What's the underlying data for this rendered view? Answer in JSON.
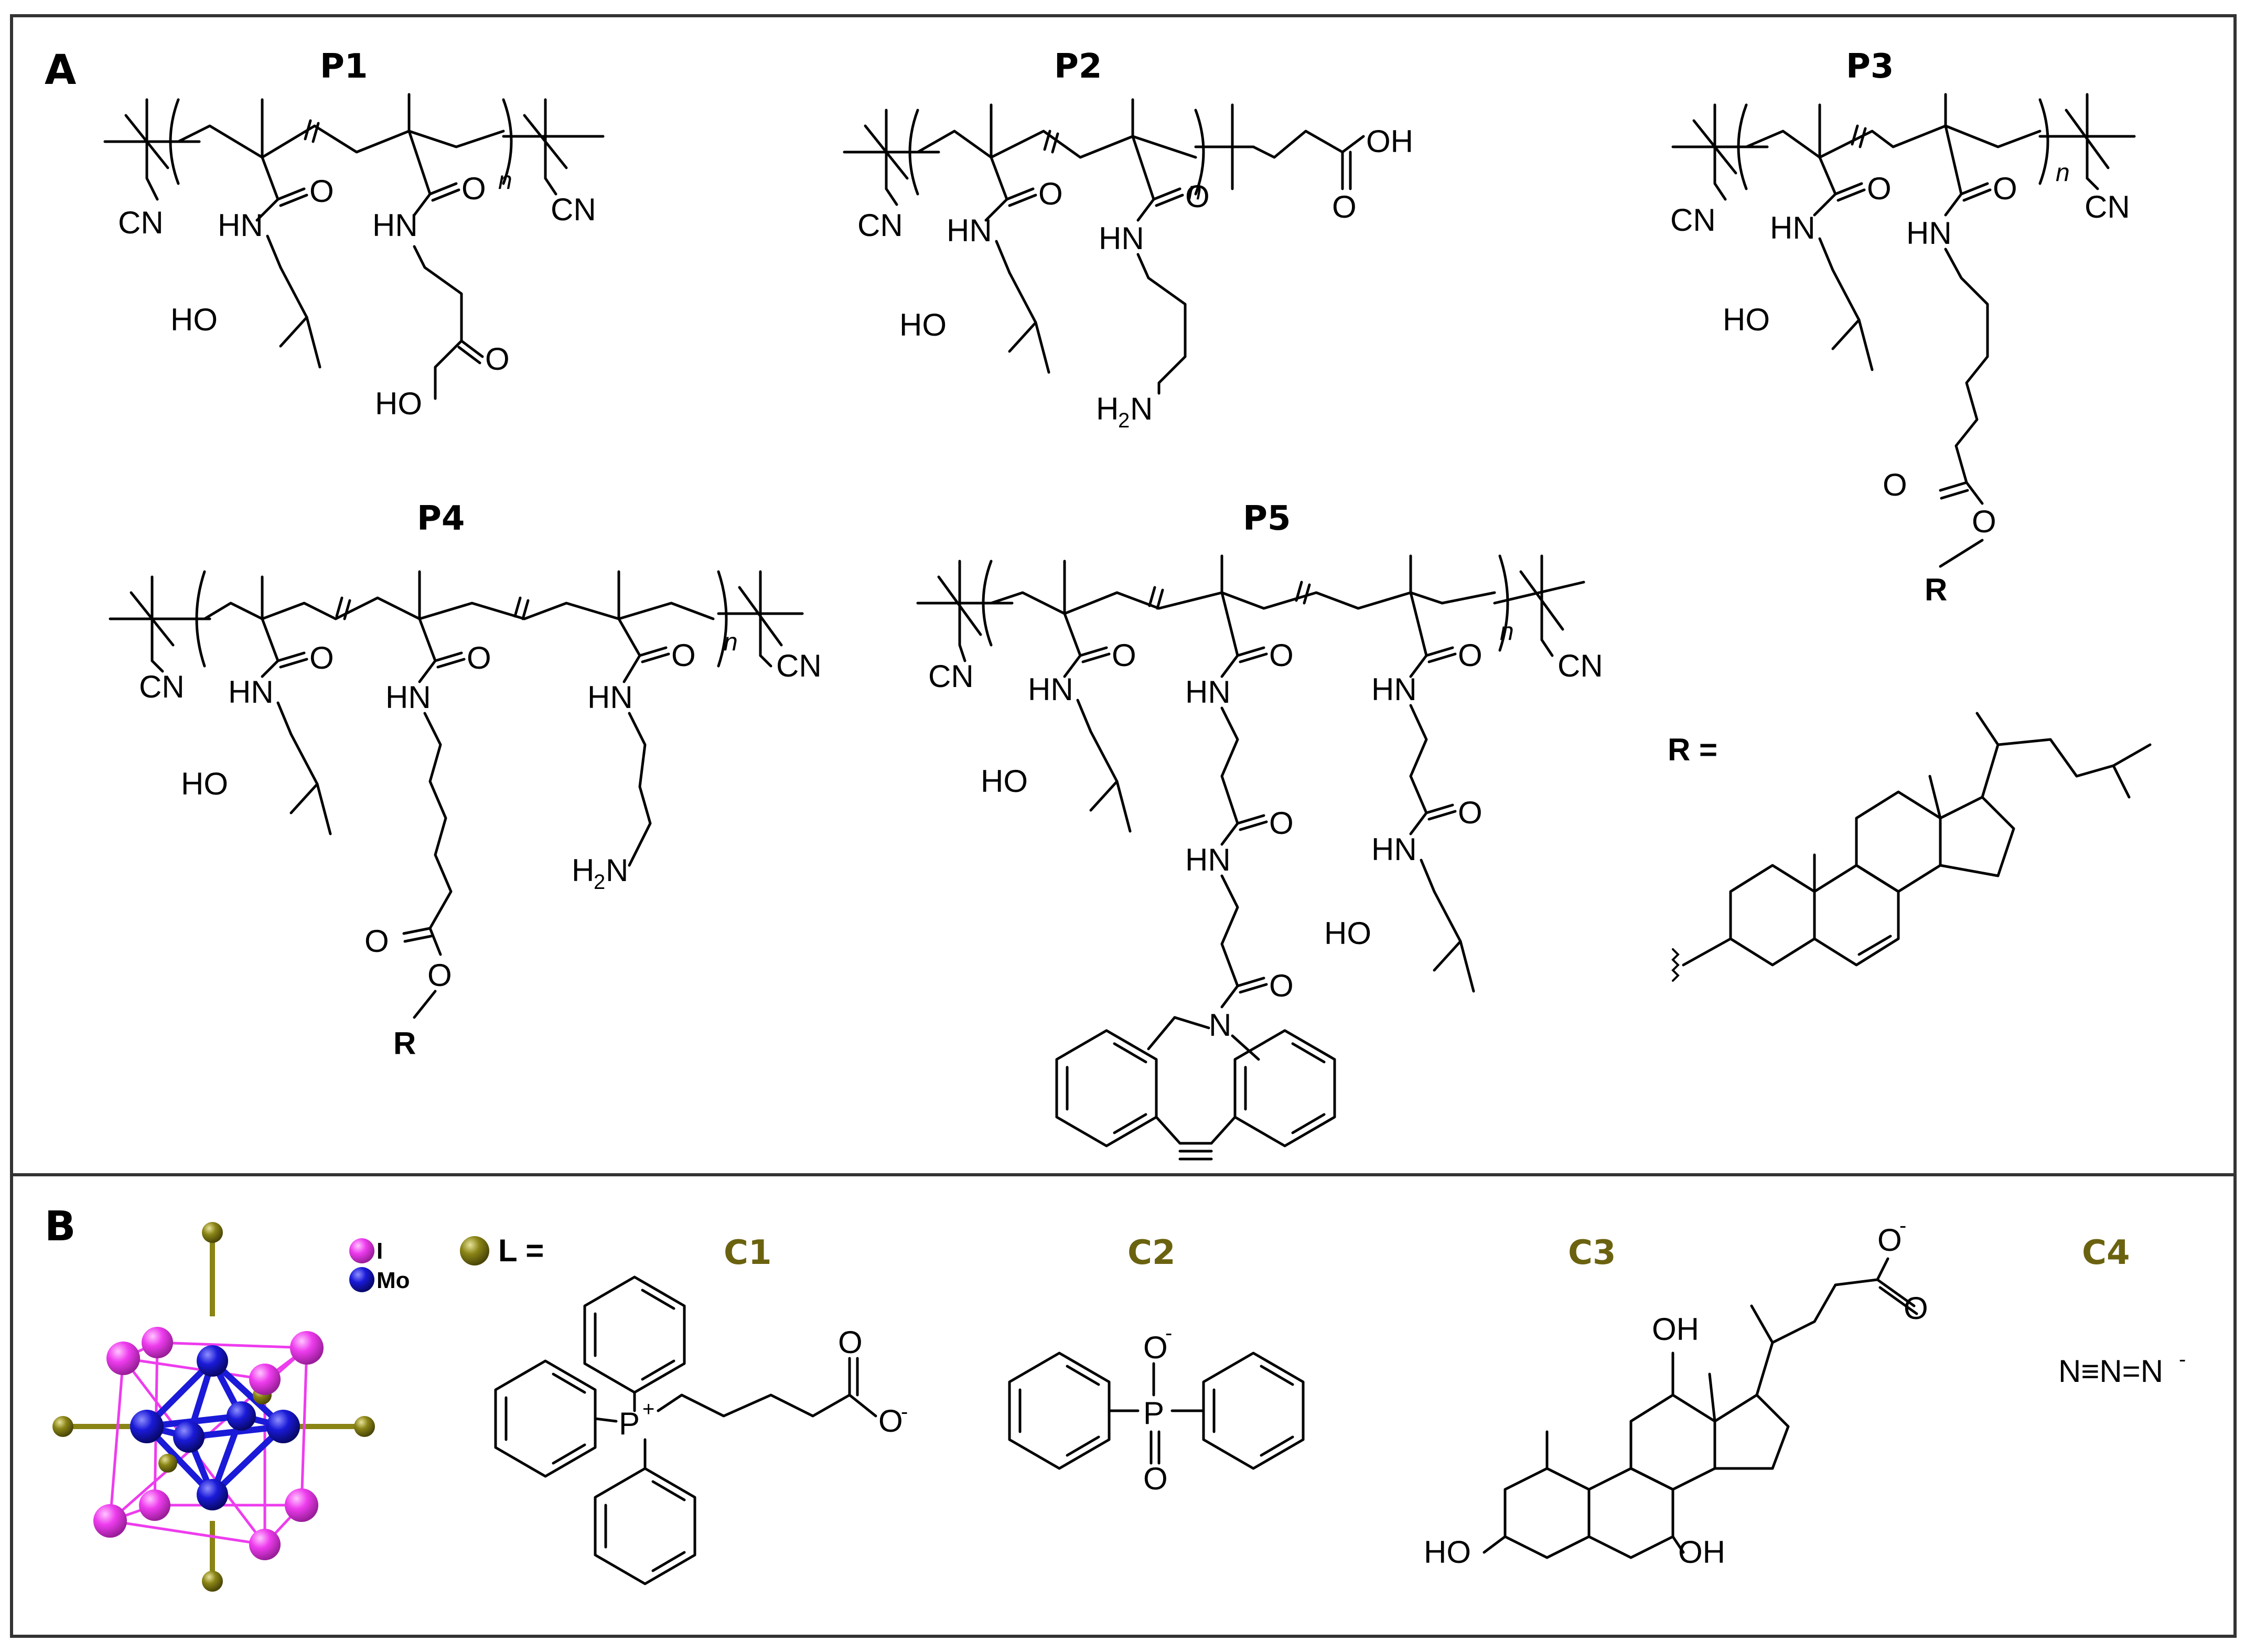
{
  "panels": {
    "a": {
      "label": "A"
    },
    "b": {
      "label": "B"
    }
  },
  "polymers": [
    {
      "label": "P1"
    },
    {
      "label": "P2"
    },
    {
      "label": "P3"
    },
    {
      "label": "P4"
    },
    {
      "label": "P5"
    }
  ],
  "atoms": {
    "cn": "CN",
    "hn": "HN",
    "ho": "HO",
    "o": "O",
    "oh": "OH",
    "n": "N",
    "r": "R",
    "h2n_h": "H",
    "h2n_2": "2",
    "h2n_n": "N",
    "p": "P",
    "plus": "+",
    "minus": "-",
    "repeat_n": "n"
  },
  "substituent": {
    "r_def": "R ="
  },
  "cluster_legend": {
    "iodine": "I",
    "molybdenum": "Mo",
    "ligand_def": "L ="
  },
  "ligands": [
    {
      "label": "C1"
    },
    {
      "label": "C2"
    },
    {
      "label": "C3"
    },
    {
      "label": "C4",
      "formula": "N≡N=N"
    }
  ],
  "colors": {
    "iodine": "#ee3cee",
    "molybdenum": "#1a1ad8",
    "ligand": "#8a8416",
    "ligand_label": "#6b6210",
    "frame": "#333333"
  }
}
